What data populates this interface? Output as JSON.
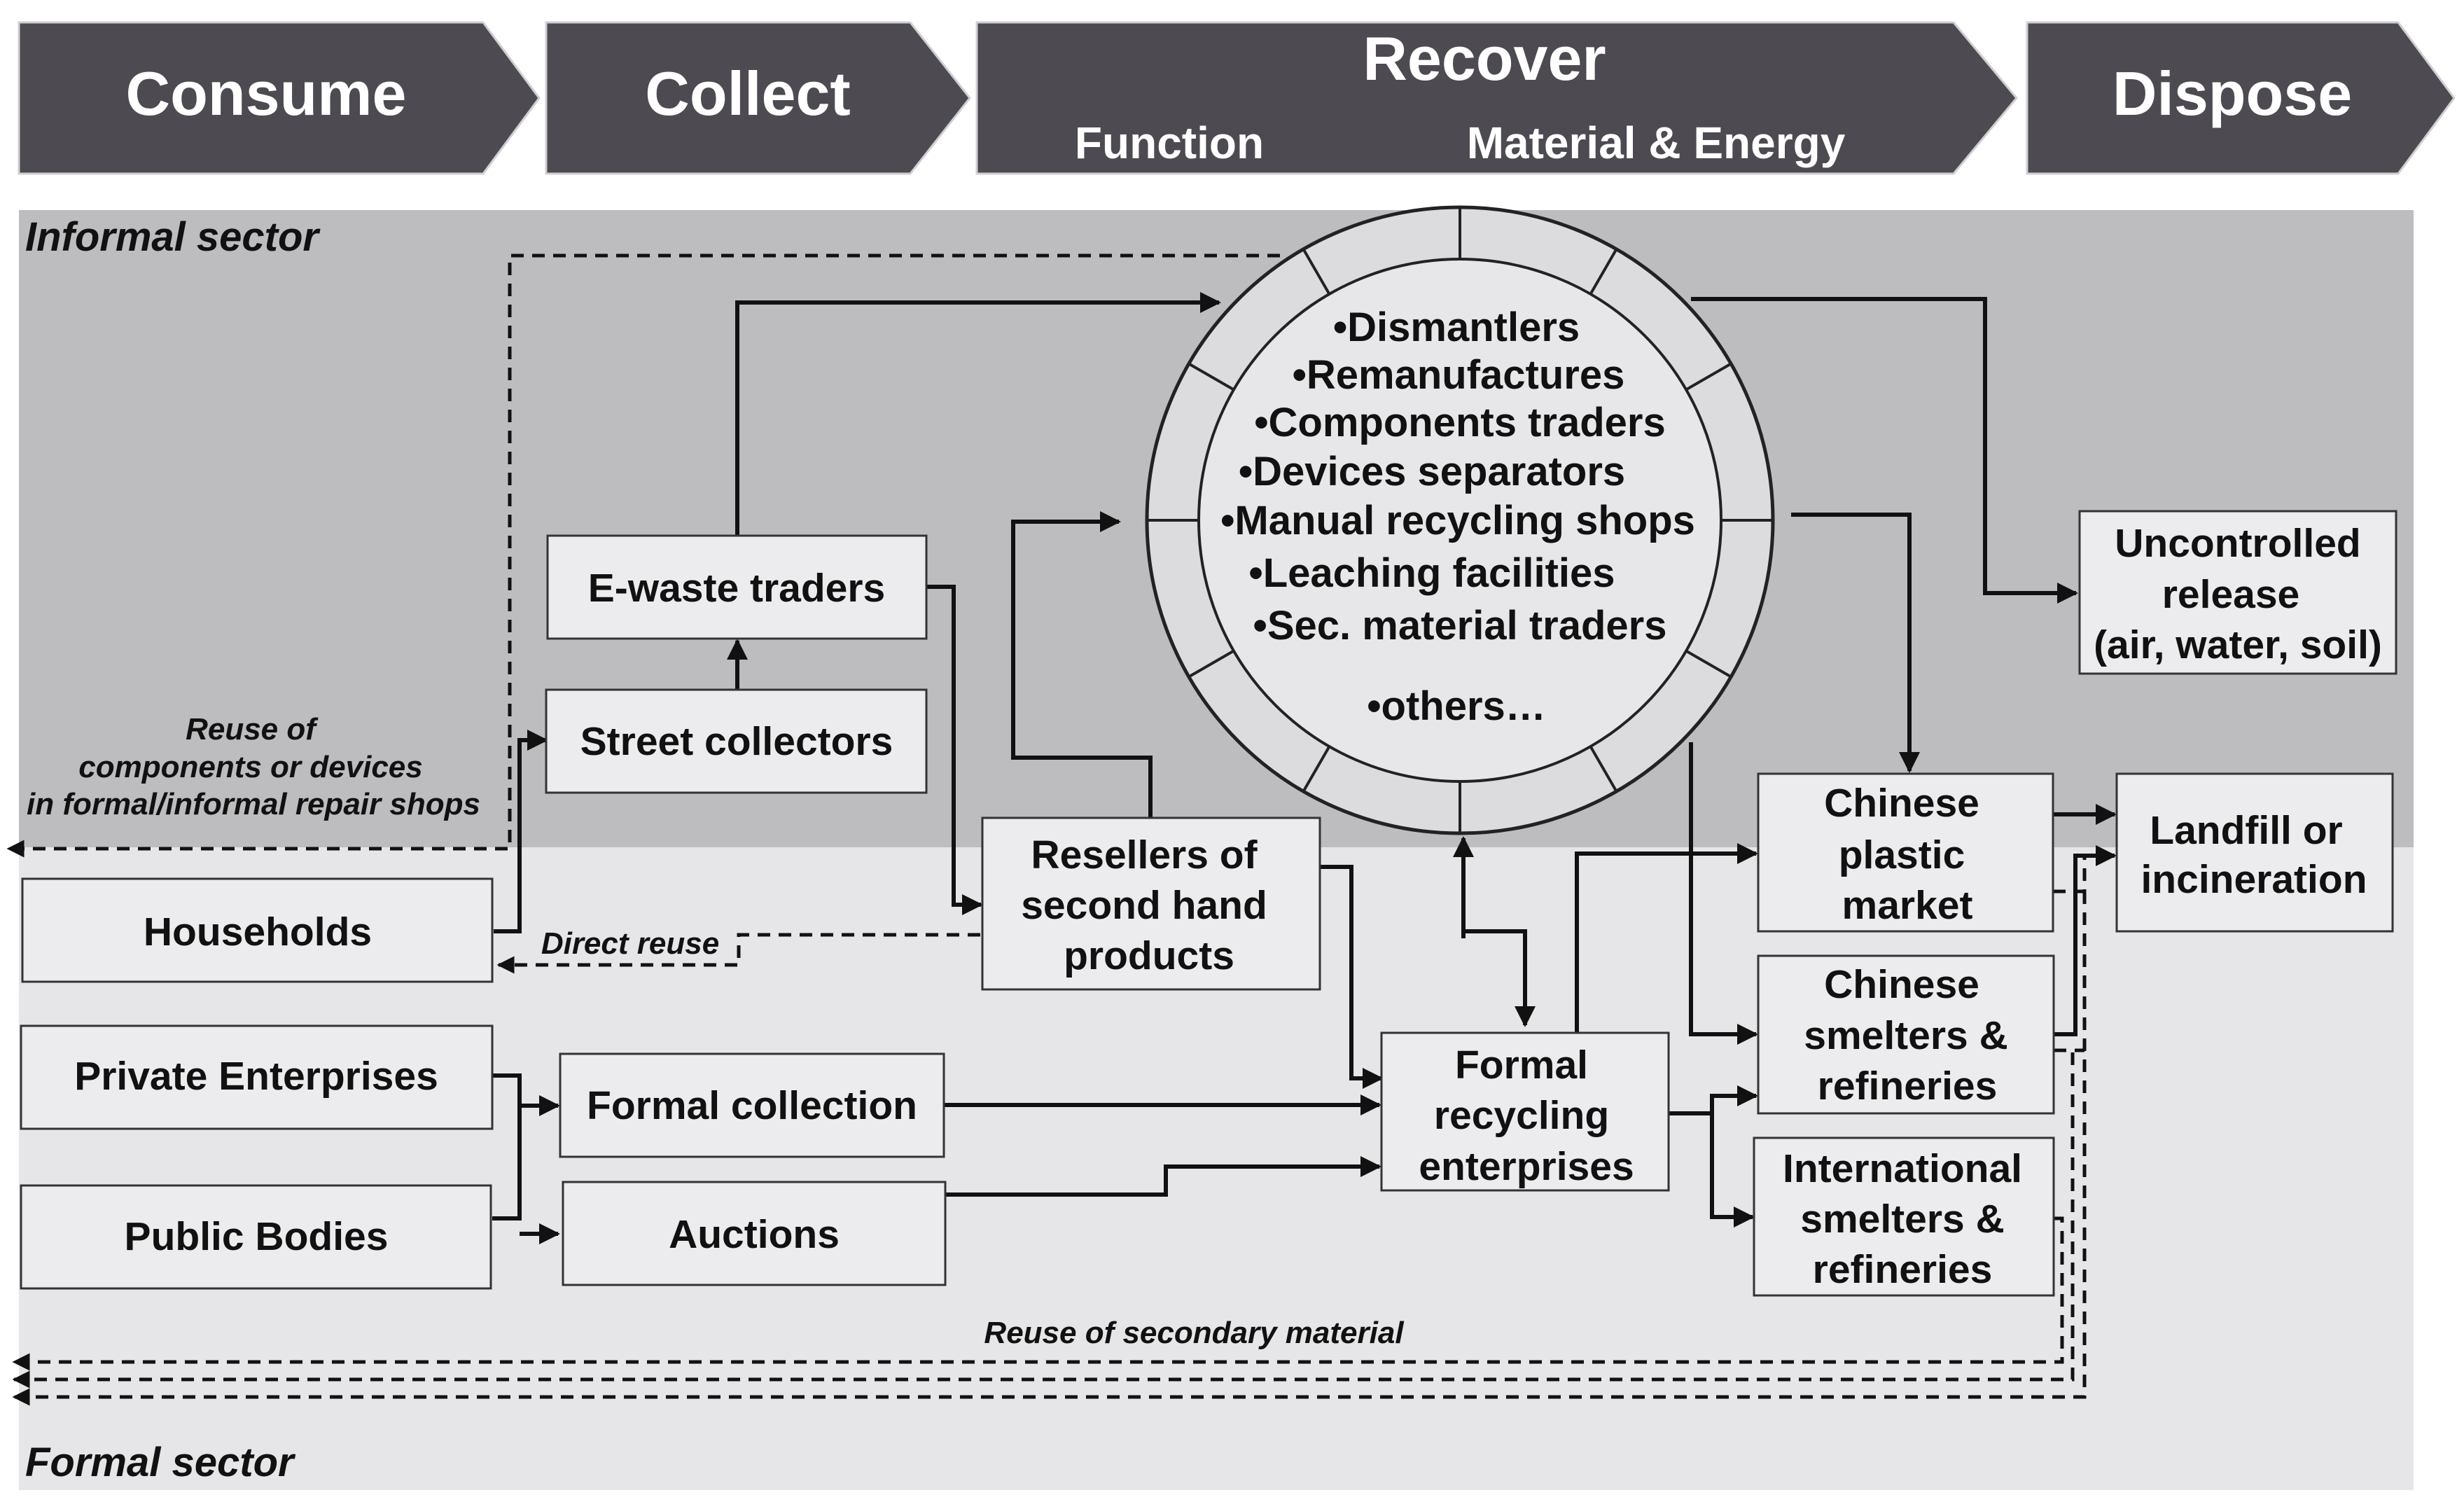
{
  "phases": {
    "consume": "Consume",
    "collect": "Collect",
    "recover": "Recover",
    "recover_function": "Function",
    "recover_material": "Material & Energy",
    "dispose": "Dispose"
  },
  "sectors": {
    "informal": "Informal sector",
    "formal": "Formal sector"
  },
  "hub": {
    "items": [
      "•Dismantlers",
      "•Remanufactures",
      "•Components traders",
      "•Devices separators",
      "•Manual recycling shops",
      "•Leaching facilities",
      "•Sec. material traders",
      "•others…"
    ]
  },
  "boxes": {
    "ewaste_traders": "E-waste traders",
    "street_collectors": "Street collectors",
    "households": "Households",
    "private_enterprises": "Private Enterprises",
    "public_bodies": "Public Bodies",
    "formal_collection": "Formal collection",
    "auctions": "Auctions",
    "resellers": [
      "Resellers of",
      "second hand",
      "products"
    ],
    "formal_recycling": [
      "Formal",
      "recycling",
      "enterprises"
    ],
    "uncontrolled_release": [
      "Uncontrolled",
      "release",
      "(air, water, soil)"
    ],
    "chinese_plastic": [
      "Chinese",
      "plastic",
      "market"
    ],
    "chinese_smelters": [
      "Chinese",
      "smelters &",
      "refineries"
    ],
    "international_smelters": [
      "International",
      "smelters &",
      "refineries"
    ],
    "landfill": [
      "Landfill or",
      "incineration"
    ]
  },
  "labels": {
    "reuse_components": [
      "Reuse of",
      "components or devices",
      "in formal/informal repair shops"
    ],
    "direct_reuse": "Direct reuse",
    "reuse_secondary": "Reuse of secondary material"
  },
  "colors": {
    "phase_bar": "#4d4b51",
    "informal_bg": "#bdbdc0",
    "formal_bg": "#e6e6e8",
    "box_fill": "#ececee",
    "ring_fill": "#dcdcdf"
  }
}
